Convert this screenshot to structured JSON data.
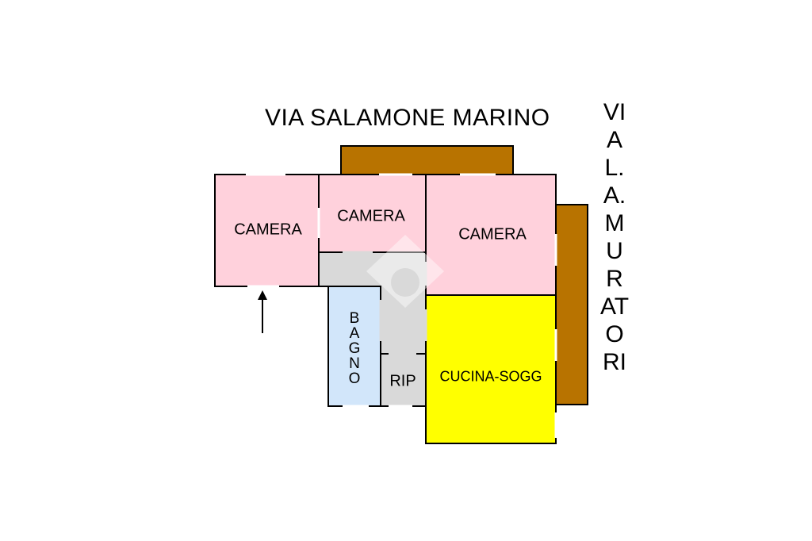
{
  "streets": {
    "top": "VIA SALAMONE MARINO",
    "side": "VIA L. A. MURATORI"
  },
  "rooms": {
    "camera_left": "CAMERA",
    "camera_center": "CAMERA",
    "camera_right": "CAMERA",
    "bagno": "BAGNO",
    "rip": "RIP",
    "cucina": "CUCINA-SOGG"
  },
  "colors": {
    "camera": "#ffd1dc",
    "bagno": "#d2e6fa",
    "corridor": "#d9d9d9",
    "cucina": "#ffff00",
    "balcony": "#b87300"
  },
  "icons": {
    "entrance": "arrow-up-icon",
    "watermark": "diamond-logo-icon"
  }
}
